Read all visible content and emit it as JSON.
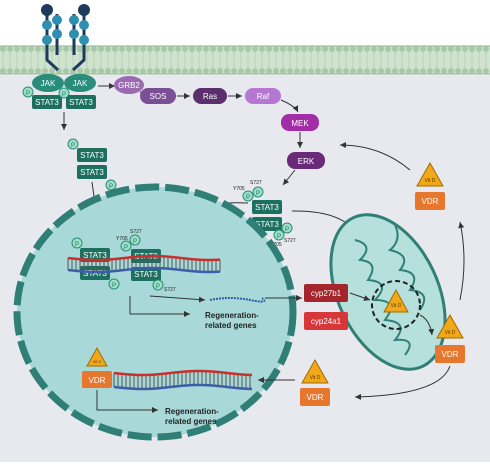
{
  "membrane": {
    "jak_left": "JAK",
    "jak_right": "JAK",
    "stat3_left": "STAT3",
    "stat3_right": "STAT3"
  },
  "phospho_label": "P",
  "cascade": {
    "grb2": "GRB2",
    "sos": "SOS",
    "ras": "Ras",
    "raf": "Raf",
    "mek": "MEK",
    "erk": "ERK"
  },
  "stat3_label": "STAT3",
  "sites": {
    "s727": "S727",
    "y705": "Y705"
  },
  "nucleus": {
    "regen_genes_top_line1": "Regeneration-",
    "regen_genes_top_line2": "related genes",
    "regen_genes_bottom_line1": "Regeneration-",
    "regen_genes_bottom_line2": "related genes",
    "vdr_label": "VDR",
    "vitd_label": "Vit D"
  },
  "mitochondria": {
    "cyp27b1": "cyp27b1",
    "cyp24a1": "cyp24a1",
    "vitd_label": "Vit D"
  },
  "vdr_complexes": {
    "right_top_vitd": "Vit D",
    "right_top_vdr": "VDR",
    "right_mid_vitd": "Vit D",
    "right_mid_vdr": "VDR",
    "bottom_vitd": "Vit D",
    "bottom_vdr": "VDR"
  },
  "colors": {
    "membrane": "#cfe3cf",
    "stat3": "#2a8c7a",
    "stat3_dark": "#1d6f60",
    "phospho": "#9ee0c6",
    "grb2": "#9b6bb0",
    "sos": "#7a4f96",
    "ras": "#5b2f6e",
    "raf": "#b478d2",
    "mek": "#a12ea6",
    "erk": "#6a2a78",
    "nucleus_fill": "#a9d8d8",
    "nucleus_border": "#2f7f77",
    "mito_fill": "#b6e0dc",
    "cyp27b1": "#a4252b",
    "cyp24a1": "#d8373a",
    "vdr": "#e8772e",
    "vitd": "#f0a818",
    "dna_red": "#c9302c",
    "dna_blue": "#3a5fa8"
  }
}
